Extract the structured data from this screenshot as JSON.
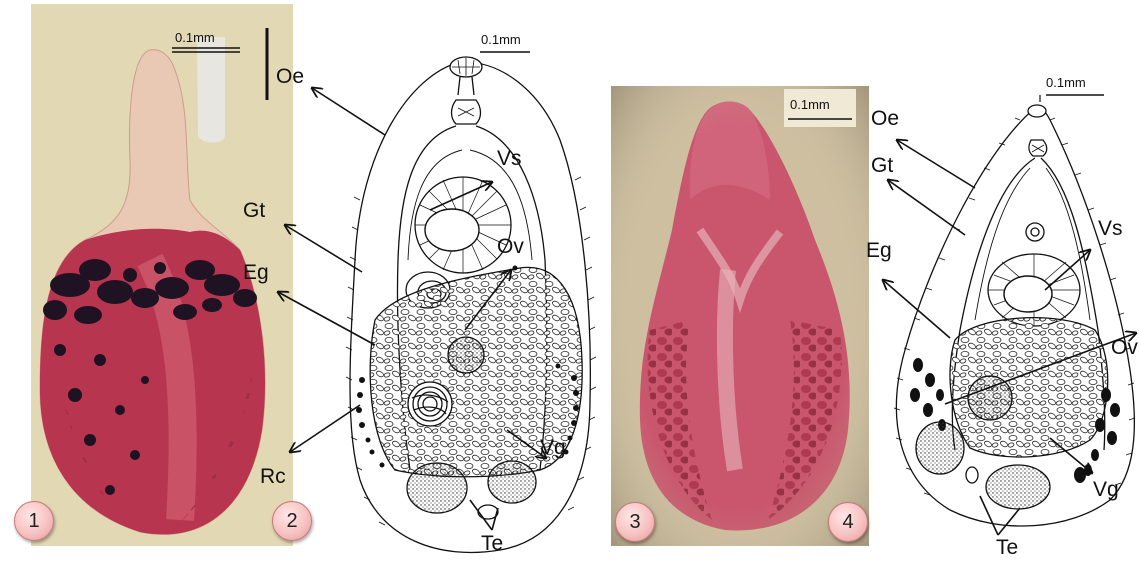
{
  "scale_bar_label": "0.1mm",
  "panel_numbers": [
    "1",
    "2",
    "3",
    "4"
  ],
  "labels": {
    "oe": "Oe",
    "vs": "Vs",
    "gt": "Gt",
    "ov": "Ov",
    "eg": "Eg",
    "rc": "Rc",
    "vg": "Vg",
    "te": "Te"
  },
  "colors": {
    "photo1_background": "#e2d9b4",
    "photo3_background": "#cdbfa0",
    "stain": "#b8354f",
    "dark_granules": "#1f1222",
    "badge_fill": "#f7c2c2"
  }
}
